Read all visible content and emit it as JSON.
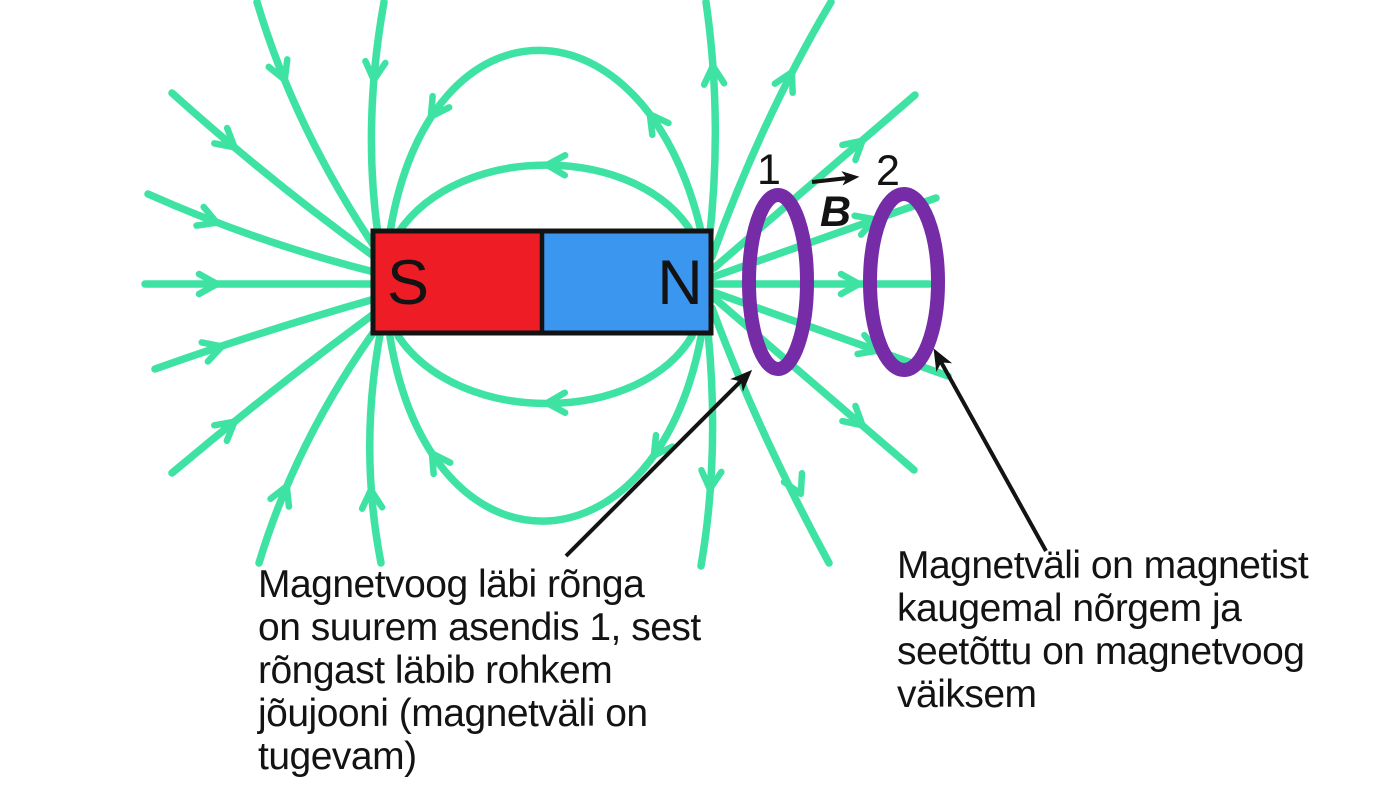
{
  "figure": {
    "type": "physics-diagram",
    "topic": "magnetic flux through rings near a bar magnet",
    "magnet": {
      "south_label": "S",
      "north_label": "N"
    },
    "rings": [
      {
        "label": "1"
      },
      {
        "label": "2"
      }
    ],
    "field_vector_label": "B",
    "captions": {
      "left": "Magnetvoog läbi rõnga\non suurem asendis 1, sest\nrõngast läbib rohkem\njõujooni (magnetväli on\ntugevam)",
      "right": "Magnetväli on magnetist\nkaugemal nõrgem ja\nseetõttu on magnetvoog\nväiksem"
    },
    "colors": {
      "green": "#3EE3A4",
      "purple": "#752CA6",
      "red": "#EE1C25",
      "blue": "#3B96F0",
      "ink": "#131313",
      "bg": "#ffffff"
    }
  }
}
